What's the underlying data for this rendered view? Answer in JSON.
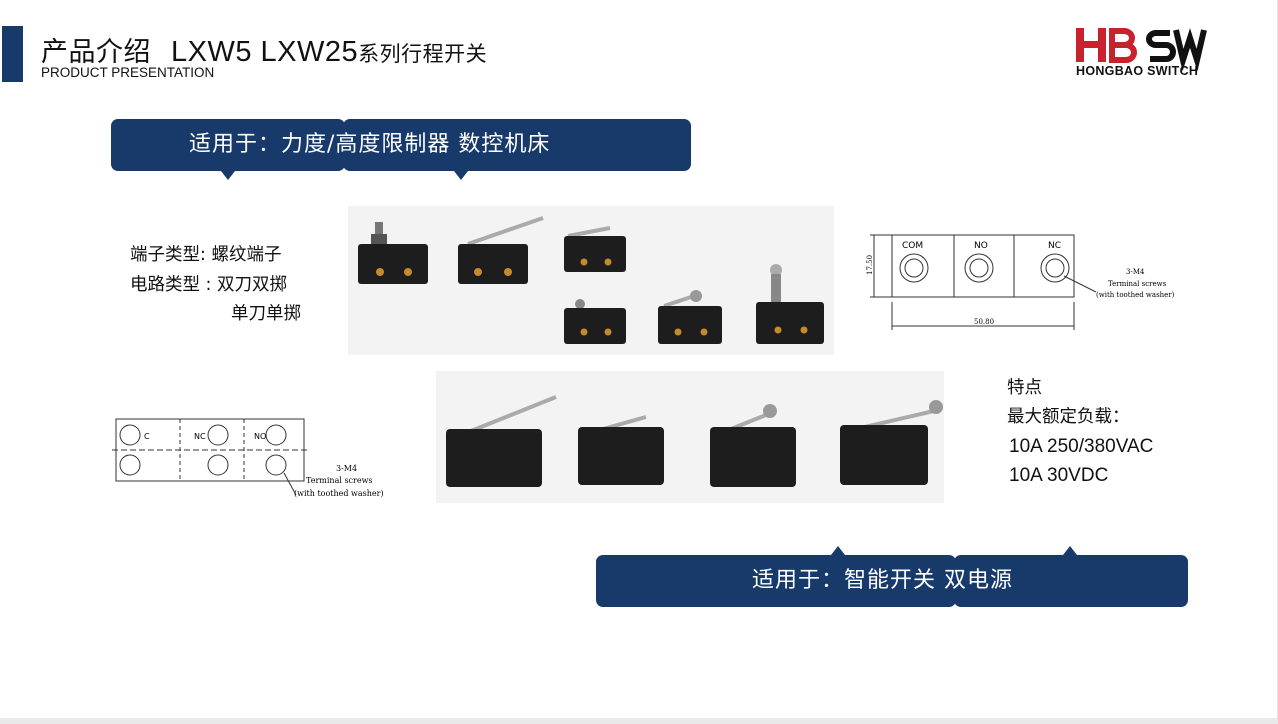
{
  "header": {
    "title_cn": "产品介绍",
    "title_model": "LXW5 LXW25",
    "title_suffix": "系列行程开关",
    "subtitle": "PRODUCT PRESENTATION"
  },
  "logo": {
    "wordmark": "HBSW",
    "text": "HONGBAO SWITCH",
    "color": "#c8232c"
  },
  "banner_top": {
    "label": "适用于：力度/高度限制器  数控机床"
  },
  "specs": {
    "terminal_type": "端子类型:  螺纹端子",
    "circuit_type": "电路类型 : 双刀双掷",
    "circuit_type_2": "单刀单掷"
  },
  "drawing_top": {
    "terminals": [
      "COM",
      "NO",
      "NC"
    ],
    "dimension_height": "17.50",
    "dimension_width": "50.80",
    "screw_spec": "3-M4",
    "screw_note_1": "Terminal screws",
    "screw_note_2": "(with toothed washer)"
  },
  "drawing_bottom": {
    "terminals": [
      "C",
      "NC",
      "NO"
    ],
    "screw_spec": "3-M4",
    "screw_note_1": "Terminal screws",
    "screw_note_2": "(with toothed washer)"
  },
  "features": {
    "heading": "特点",
    "max_load_label": "最大额定负载：",
    "rating_ac": "10A  250/380VAC",
    "rating_dc": "10A  30VDC"
  },
  "banner_bottom": {
    "label": "适用于：智能开关  双电源"
  },
  "colors": {
    "navy": "#173a6b",
    "brand_red": "#c8232c"
  }
}
